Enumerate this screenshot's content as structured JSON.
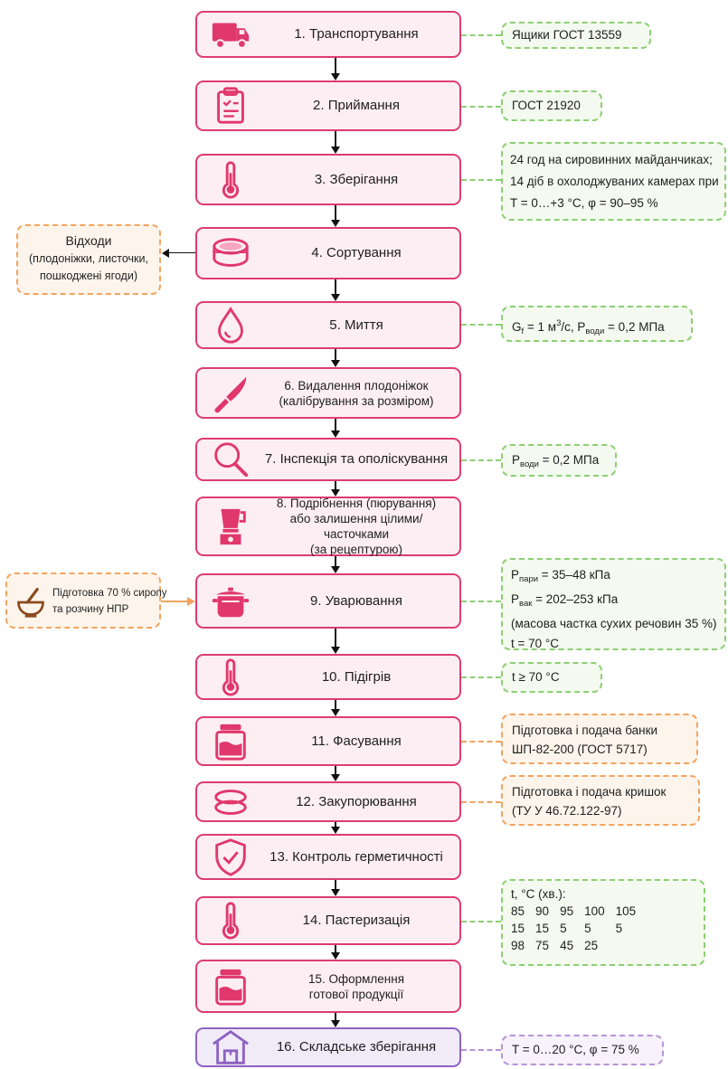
{
  "steps": [
    {
      "n": "1",
      "label": "1. Транспортування",
      "icon": "truck-icon"
    },
    {
      "n": "2",
      "label": "2. Приймання",
      "icon": "clipboard-icon"
    },
    {
      "n": "3",
      "label": "3. Зберігання",
      "icon": "thermometer-icon"
    },
    {
      "n": "4",
      "label": "4. Сортування",
      "icon": "sieve-icon"
    },
    {
      "n": "5",
      "label": "5. Миття",
      "icon": "water-drop-icon"
    },
    {
      "n": "6",
      "label_line1": "6. Видалення плодоніжок",
      "label_line2": "(калібрування за розміром)",
      "icon": "knife-icon"
    },
    {
      "n": "7",
      "label": "7. Інспекція та ополіскування",
      "icon": "magnifier-icon"
    },
    {
      "n": "8",
      "label_line1": "8. Подрібнення (пюрування)",
      "label_line2": "або залишення цілими/часточками",
      "label_line3": "(за рецептурою)",
      "icon": "blender-icon"
    },
    {
      "n": "9",
      "label": "9. Уварювання",
      "icon": "pot-icon"
    },
    {
      "n": "10",
      "label": "10. Підігрів",
      "icon": "thermometer-icon"
    },
    {
      "n": "11",
      "label": "11. Фасування",
      "icon": "jar-icon"
    },
    {
      "n": "12",
      "label": "12. Закупорювання",
      "icon": "lids-icon"
    },
    {
      "n": "13",
      "label": "13. Контроль герметичності",
      "icon": "shield-check-icon"
    },
    {
      "n": "14",
      "label": "14. Пастеризація",
      "icon": "thermometer-icon"
    },
    {
      "n": "15",
      "label_line1": "15. Оформлення",
      "label_line2": "готової продукції",
      "icon": "jar-icon"
    },
    {
      "n": "16",
      "label": "16. Складське зберігання",
      "icon": "warehouse-icon"
    }
  ],
  "notes": {
    "n1": "Ящики ГОСТ 13559",
    "n2": "ГОСТ 21920",
    "n3": {
      "line1": "24 год на сировинних майданчиках;",
      "line2": "14 діб в охолоджуваних камерах при",
      "line3": "T = 0…+3 °C, φ = 90–95 %"
    },
    "n5": {
      "g": "G",
      "g_sub": "f",
      "g_val": " = 1 м",
      "g_sup": "3",
      "g_unit": "/с, ",
      "p": "P",
      "p_sub": "води",
      "p_val": " = 0,2 МПа"
    },
    "n7": {
      "p": "P",
      "p_sub": "води",
      "p_val": " = 0,2 МПа"
    },
    "n9": {
      "l1_p": "P",
      "l1_sub": "пари",
      "l1_val": " = 35–48 кПа",
      "l2_p": "P",
      "l2_sub": "вак",
      "l2_val": "  = 202–253 кПа",
      "line3": "(масова частка сухих речовин 35 %)",
      "line4": "t  = 70 °C"
    },
    "n10": "t ≥ 70 °C",
    "n11": {
      "line1": "Підготовка і подача банки",
      "line2": "ШП-82-200 (ГОСТ 5717)"
    },
    "n12": {
      "line1": "Підготовка і подача кришок",
      "line2": "(ТУ У 46.72.122-97)"
    },
    "n14": {
      "header": "t, °C (хв.):",
      "rows": [
        [
          "85",
          "90",
          "95",
          "100",
          "105"
        ],
        [
          "15",
          "15",
          "5",
          "5",
          "5"
        ],
        [
          "98",
          "75",
          "45",
          "25",
          ""
        ]
      ]
    },
    "n16": "T = 0…20 °C, φ = 75 %"
  },
  "waste": {
    "title": "Відходи",
    "line1": "(плодоніжки, листочки,",
    "line2": "пошкоджені ягоди)"
  },
  "syrup": {
    "line1": "Підготовка 70 % сиропу",
    "line2": "та розчину НПР",
    "icon": "mortar-icon"
  },
  "colors": {
    "step_border": "#dd3c71",
    "step_fill": "#fdeef3",
    "icon": "#e0386d",
    "green": "#8ccf73",
    "orange": "#f2a45f",
    "purple": "#8e63c2"
  }
}
